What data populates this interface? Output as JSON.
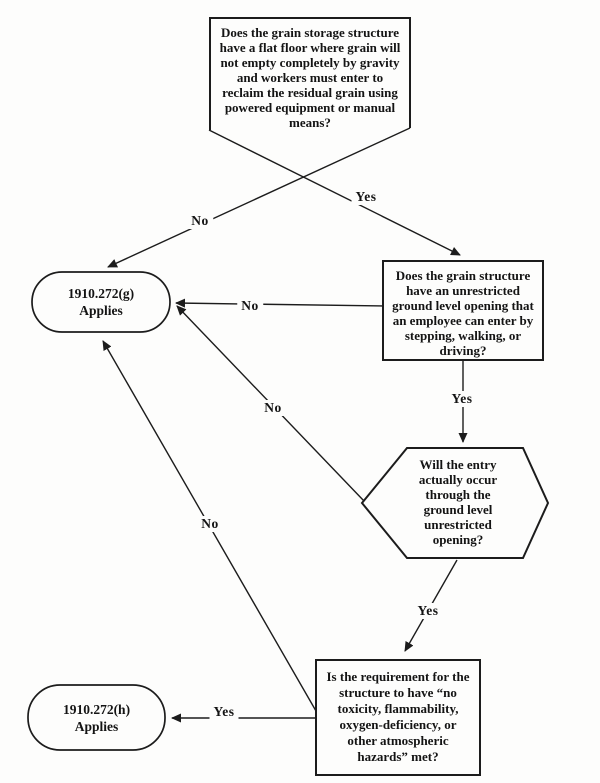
{
  "flowchart": {
    "nodes": {
      "q1": {
        "text": "Does the grain storage structure\nhave a flat floor where grain will\nnot empty completely by gravity\nand workers must enter to\nreclaim the residual grain using\npowered equipment or manual\nmeans?"
      },
      "terminal_g": {
        "text": "1910.272(g)\nApplies"
      },
      "q2": {
        "text": "Does the grain structure\nhave an unrestricted\nground level opening that\nan employee can enter by\nstepping, walking, or\ndriving?"
      },
      "q3": {
        "text": "Will the entry\nactually occur\nthrough the\nground level\nunrestricted\nopening?"
      },
      "q4": {
        "text": "Is the requirement for the\nstructure to have “no\ntoxicity, flammability,\noxygen-deficiency, or\nother atmospheric\nhazards” met?"
      },
      "terminal_h": {
        "text": "1910.272(h)\nApplies"
      }
    },
    "edges": {
      "q1_yes": "Yes",
      "q1_no": "No",
      "q2_yes": "Yes",
      "q2_no": "No",
      "q3_yes": "Yes",
      "q3_no": "No",
      "q4_yes": "Yes",
      "q4_no": "No"
    },
    "colors": {
      "line": "#1c1c1c",
      "background": "#fdfdfc"
    }
  }
}
